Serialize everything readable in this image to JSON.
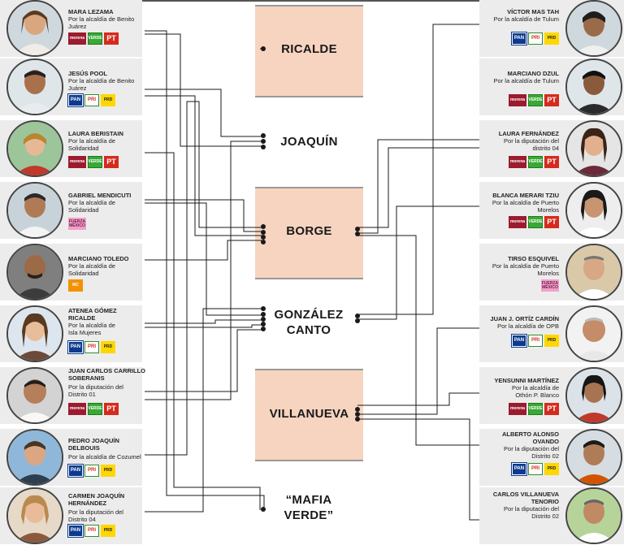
{
  "left_candidates": [
    {
      "name": "MARA LEZAMA",
      "desc": "Por la alcaldía de Benito Juárez",
      "logos": [
        {
          "icon": "morena-logo",
          "text": "morena"
        },
        {
          "icon": "verde-logo",
          "text": "VERDE"
        },
        {
          "icon": "pt-logo",
          "text": "PT"
        }
      ]
    },
    {
      "name": "JESÚS POOL",
      "desc": "Por la alcaldía de Benito Juárez",
      "logos": [
        {
          "icon": "pan-logo",
          "text": "PAN"
        },
        {
          "icon": "pri-logo",
          "text": "PRI"
        },
        {
          "icon": "prd-logo",
          "text": "PRD"
        }
      ]
    },
    {
      "name": "LAURA BERISTAIN",
      "desc": "Por la alcaldía de Solidaridad",
      "logos": [
        {
          "icon": "morena-logo",
          "text": "morena"
        },
        {
          "icon": "verde-logo",
          "text": "VERDE"
        },
        {
          "icon": "pt-logo",
          "text": "PT"
        }
      ]
    },
    {
      "name": "GABRIEL MENDICUTI",
      "desc": "Por la alcaldía de Solidaridad",
      "logos": [
        {
          "icon": "pes-logo",
          "text": "FUERZA MÉXICO"
        }
      ]
    },
    {
      "name": "MARCIANO TOLEDO",
      "desc": "Por la alcaldía de Solidaridad",
      "logos": [
        {
          "icon": "mc-logo",
          "text": "MC"
        }
      ]
    },
    {
      "name": "ATENEA GÓMEZ RICALDE",
      "desc": "Por la alcaldía de Isla Mujeres",
      "logos": [
        {
          "icon": "pan-logo",
          "text": "PAN"
        },
        {
          "icon": "pri-logo",
          "text": "PRI"
        },
        {
          "icon": "prd-logo",
          "text": "PRD"
        }
      ]
    },
    {
      "name": "JUAN CARLOS CARRILLO SOBERANIS",
      "desc": "Por la diputación del Distrito 01",
      "logos": [
        {
          "icon": "morena-logo",
          "text": "morena"
        },
        {
          "icon": "verde-logo",
          "text": "VERDE"
        },
        {
          "icon": "pt-logo",
          "text": "PT"
        }
      ]
    },
    {
      "name": "PEDRO JOAQUÍN DELBOUIS",
      "desc": "Por la alcaldía de Cozumel",
      "logos": [
        {
          "icon": "pan-logo",
          "text": "PAN"
        },
        {
          "icon": "pri-logo",
          "text": "PRI"
        },
        {
          "icon": "prd-logo",
          "text": "PRD"
        }
      ]
    },
    {
      "name": "CARMEN JOAQUÍN HERNÁNDEZ",
      "desc": "Por la diputación del Distrito 04",
      "logos": [
        {
          "icon": "pan-logo",
          "text": "PAN"
        },
        {
          "icon": "pri-logo",
          "text": "PRI"
        },
        {
          "icon": "prd-logo",
          "text": "PRD"
        }
      ]
    }
  ],
  "right_candidates": [
    {
      "name": "VÍCTOR MAS TAH",
      "desc": "Por la alcaldía de Tulum",
      "logos": [
        {
          "icon": "pan-logo",
          "text": "PAN"
        },
        {
          "icon": "pri-logo",
          "text": "PRI"
        },
        {
          "icon": "prd-logo",
          "text": "PRD"
        }
      ]
    },
    {
      "name": "MARCIANO DZUL",
      "desc": "Por la alcaldía de Tulum",
      "logos": [
        {
          "icon": "morena-logo",
          "text": "morena"
        },
        {
          "icon": "verde-logo",
          "text": "VERDE"
        },
        {
          "icon": "pt-logo",
          "text": "PT"
        }
      ]
    },
    {
      "name": "LAURA FERNÁNDEZ",
      "desc": "Por la diputación del distrito 04",
      "logos": [
        {
          "icon": "morena-logo",
          "text": "morena"
        },
        {
          "icon": "verde-logo",
          "text": "VERDE"
        },
        {
          "icon": "pt-logo",
          "text": "PT"
        }
      ]
    },
    {
      "name": "BLANCA MERARI TZIU",
      "desc": "Por la alcaldía de Puerto Morelos",
      "logos": [
        {
          "icon": "morena-logo",
          "text": "morena"
        },
        {
          "icon": "verde-logo",
          "text": "VERDE"
        },
        {
          "icon": "pt-logo",
          "text": "PT"
        }
      ]
    },
    {
      "name": "TIRSO ESQUIVEL",
      "desc": "Por la alcaldía de Puerto Morelos",
      "logos": [
        {
          "icon": "pes-logo",
          "text": "FUERZA MÉXICO"
        }
      ]
    },
    {
      "name": "JUAN J. ORTÍZ CARDÍN",
      "desc": "Por la alcaldía de OPB",
      "logos": [
        {
          "icon": "pan-logo",
          "text": "PAN"
        },
        {
          "icon": "pri-logo",
          "text": "PRI"
        },
        {
          "icon": "prd-logo",
          "text": "PRD"
        }
      ]
    },
    {
      "name": "YENSUNNI MARTÍNEZ",
      "desc": "Por la alcaldía de Othón P. Blanco",
      "logos": [
        {
          "icon": "morena-logo",
          "text": "morena"
        },
        {
          "icon": "verde-logo",
          "text": "VERDE"
        },
        {
          "icon": "pt-logo",
          "text": "PT"
        }
      ]
    },
    {
      "name": "ALBERTO ALONSO OVANDO",
      "desc": "Por la diputación del Distrito 02",
      "logos": [
        {
          "icon": "pan-logo",
          "text": "PAN"
        },
        {
          "icon": "pri-logo",
          "text": "PRI"
        },
        {
          "icon": "prd-logo",
          "text": "PRD"
        }
      ]
    },
    {
      "name": "CARLOS VILLANUEVA TENORIO",
      "desc": "Por la diputación del Distrito 02",
      "logos": []
    }
  ],
  "groups": [
    "RICALDE",
    "JOAQUÍN",
    "BORGE",
    "GONZÁLEZ CANTO",
    "VILLANUEVA",
    "“MAFIA VERDE”"
  ],
  "colors": {
    "group_block": "#f7d4c0",
    "card_bg": "#ececec",
    "line": "#1a1a1a",
    "morena": "#9c1b2e",
    "verde": "#39a935",
    "pt": "#d52b1e",
    "pan": "#0b3a8e",
    "prd": "#ffd600",
    "mc": "#f39200"
  }
}
